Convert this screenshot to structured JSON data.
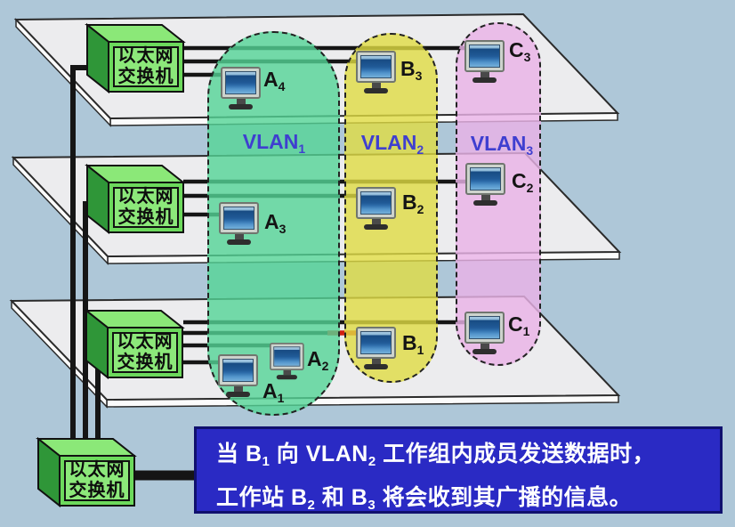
{
  "background_color": "#aec7d8",
  "floor_color": "#ececee",
  "cable_color": "#151515",
  "highlight_cable_color": "#d01e10",
  "switch_colors": {
    "front": "#6cd95c",
    "top": "#8be878",
    "side": "#2f9638",
    "panel": "#8ce87a"
  },
  "switches": [
    {
      "id": "switch-top-floor",
      "line1": "以太网",
      "line2": "交换机"
    },
    {
      "id": "switch-middle-floor",
      "line1": "以太网",
      "line2": "交换机"
    },
    {
      "id": "switch-bottom-floor",
      "line1": "以太网",
      "line2": "交换机"
    },
    {
      "id": "switch-backbone",
      "line1": "以太网",
      "line2": "交换机"
    }
  ],
  "vlans": [
    {
      "label": [
        {
          "t": "VLAN"
        },
        {
          "s": "1"
        }
      ],
      "fill": "rgba(84,213,150,0.8)",
      "label_color": "#3f3fd0"
    },
    {
      "label": [
        {
          "t": "VLAN"
        },
        {
          "s": "2"
        }
      ],
      "fill": "rgba(224,220,66,0.8)",
      "label_color": "#3f3fd0"
    },
    {
      "label": [
        {
          "t": "VLAN"
        },
        {
          "s": "3"
        }
      ],
      "fill": "rgba(233,178,230,0.82)",
      "label_color": "#3f3fd0"
    }
  ],
  "workstations": {
    "A4": [
      {
        "t": "A"
      },
      {
        "s": "4"
      }
    ],
    "B3": [
      {
        "t": "B"
      },
      {
        "s": "3"
      }
    ],
    "C3": [
      {
        "t": "C"
      },
      {
        "s": "3"
      }
    ],
    "A3": [
      {
        "t": "A"
      },
      {
        "s": "3"
      }
    ],
    "B2": [
      {
        "t": "B"
      },
      {
        "s": "2"
      }
    ],
    "C2": [
      {
        "t": "C"
      },
      {
        "s": "2"
      }
    ],
    "A1": [
      {
        "t": "A"
      },
      {
        "s": "1"
      }
    ],
    "A2": [
      {
        "t": "A"
      },
      {
        "s": "2"
      }
    ],
    "B1": [
      {
        "t": "B"
      },
      {
        "s": "1"
      }
    ],
    "C1": [
      {
        "t": "C"
      },
      {
        "s": "1"
      }
    ]
  },
  "caption": {
    "bg_color": "#2a2ac4",
    "border_color": "#10106e",
    "text_color": "#ffffff",
    "line1": [
      {
        "t": "当 B"
      },
      {
        "s": "1"
      },
      {
        "t": " 向 VLAN"
      },
      {
        "s": "2"
      },
      {
        "t": " 工作组内成员发送数据时，"
      }
    ],
    "line2": [
      {
        "t": "工作站 B"
      },
      {
        "s": "2"
      },
      {
        "t": " 和 B"
      },
      {
        "s": "3"
      },
      {
        "t": " 将会收到其广播的信息。"
      }
    ]
  }
}
